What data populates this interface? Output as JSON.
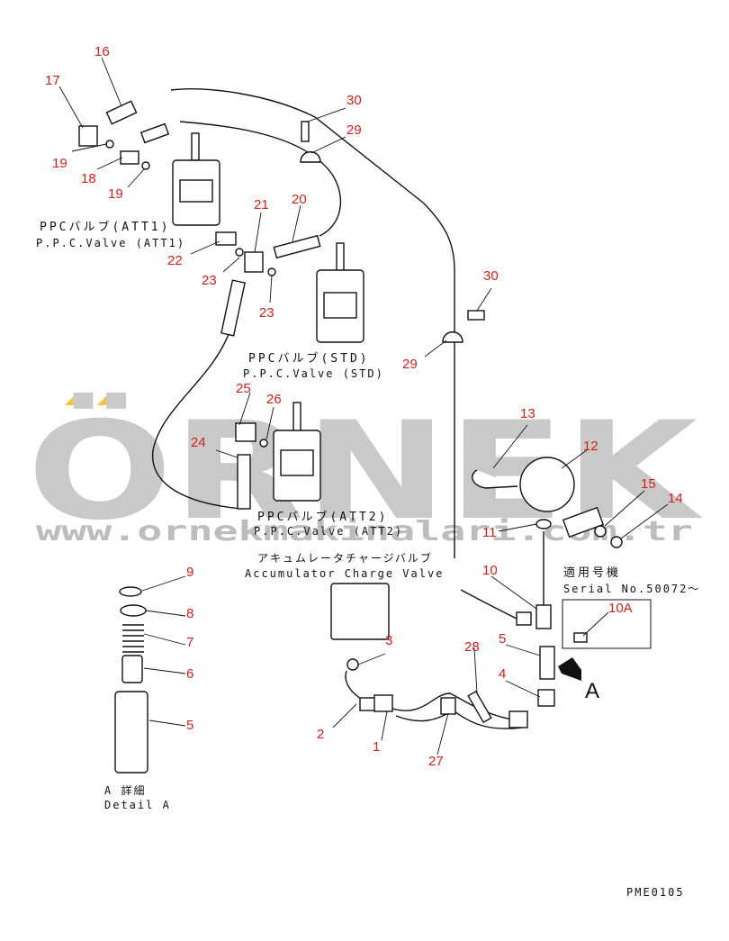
{
  "watermark": {
    "brand": "ÖRNEK",
    "url": "www.ornekmakinalari.com.tr",
    "accent_color": "#f4c33c"
  },
  "callouts": {
    "n1": "1",
    "n2": "2",
    "n3": "3",
    "n4": "4",
    "n5": "5",
    "n5b": "5",
    "n6": "6",
    "n7": "7",
    "n8": "8",
    "n9": "9",
    "n10": "10",
    "n10a": "10A",
    "n11": "11",
    "n12": "12",
    "n13": "13",
    "n14": "14",
    "n15": "15",
    "n16": "16",
    "n17": "17",
    "n18": "18",
    "n19a": "19",
    "n19b": "19",
    "n20": "20",
    "n21": "21",
    "n22": "22",
    "n23a": "23",
    "n23b": "23",
    "n24": "24",
    "n25": "25",
    "n26": "26",
    "n27": "27",
    "n28": "28",
    "n29a": "29",
    "n29b": "29",
    "n30a": "30",
    "n30b": "30"
  },
  "labels": {
    "ppc_att1_jp": "PPCバルブ(ATT1)",
    "ppc_att1_en": "P.P.C.Valve (ATT1)",
    "ppc_std_jp": "PPCバルブ(STD)",
    "ppc_std_en": "P.P.C.Valve (STD)",
    "ppc_att2_jp": "PPCバルブ(ATT2)",
    "ppc_att2_en": "P.P.C.Valve (ATT2)",
    "acc_jp": "アキュムレータチャージバルブ",
    "acc_en": "Accumulator Charge Valve",
    "serial_jp": "適用号機",
    "serial_en": "Serial No.50072～",
    "arrow_a": "A",
    "detail_jp": "A 詳細",
    "detail_en": "Detail A",
    "page_code": "PME0105"
  }
}
